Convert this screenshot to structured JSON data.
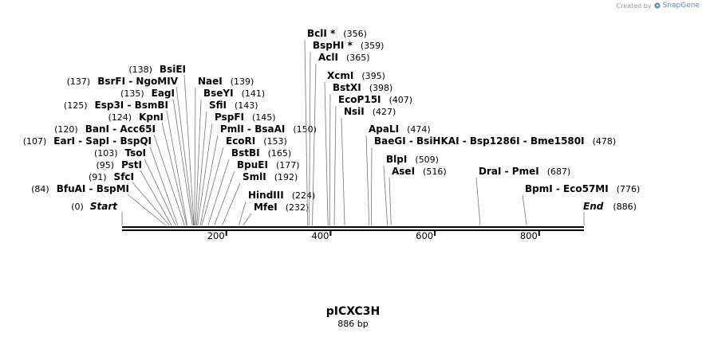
{
  "credit": {
    "prefix": "Created by",
    "brand": "SnapGene"
  },
  "plasmid": {
    "name": "pICXC3H",
    "length_label": "886 bp"
  },
  "ends": [
    {
      "name": "Start",
      "pos": 0
    },
    {
      "name": "End",
      "pos": 886
    }
  ],
  "ruler_ticks": [
    "200",
    "400",
    "600",
    "800"
  ],
  "sites": [
    {
      "label": "BfuAI  -  BspMI",
      "pos": 84,
      "starred": false
    },
    {
      "label": "SfcI",
      "pos": 91,
      "starred": false
    },
    {
      "label": "PstI",
      "pos": 95,
      "starred": false
    },
    {
      "label": "TsoI",
      "pos": 103,
      "starred": false
    },
    {
      "label": "EarI  -  SapI  -  BspQI",
      "pos": 107,
      "starred": false
    },
    {
      "label": "BanI  -  Acc65I",
      "pos": 120,
      "starred": false
    },
    {
      "label": "KpnI",
      "pos": 124,
      "starred": false
    },
    {
      "label": "Esp3I  -  BsmBI",
      "pos": 125,
      "starred": false
    },
    {
      "label": "EagI",
      "pos": 135,
      "starred": false
    },
    {
      "label": "BsrFI  -  NgoMIV",
      "pos": 137,
      "starred": false
    },
    {
      "label": "BsiEI",
      "pos": 138,
      "starred": false
    },
    {
      "label": "NaeI",
      "pos": 139,
      "starred": false
    },
    {
      "label": "BseYI",
      "pos": 141,
      "starred": false
    },
    {
      "label": "SfiI",
      "pos": 143,
      "starred": false
    },
    {
      "label": "PspFI",
      "pos": 145,
      "starred": false
    },
    {
      "label": "PmlI  -  BsaAI",
      "pos": 150,
      "starred": false
    },
    {
      "label": "EcoRI",
      "pos": 153,
      "starred": false
    },
    {
      "label": "BstBI",
      "pos": 165,
      "starred": false
    },
    {
      "label": "BpuEI",
      "pos": 177,
      "starred": false
    },
    {
      "label": "SmlI",
      "pos": 192,
      "starred": false
    },
    {
      "label": "HindIII",
      "pos": 224,
      "starred": false
    },
    {
      "label": "MfeI",
      "pos": 232,
      "starred": false
    },
    {
      "label": "BclI",
      "pos": 356,
      "starred": true
    },
    {
      "label": "BspHI",
      "pos": 359,
      "starred": true
    },
    {
      "label": "AclI",
      "pos": 365,
      "starred": false
    },
    {
      "label": "XcmI",
      "pos": 395,
      "starred": false
    },
    {
      "label": "BstXI",
      "pos": 398,
      "starred": false
    },
    {
      "label": "EcoP15I",
      "pos": 407,
      "starred": false
    },
    {
      "label": "NsiI",
      "pos": 427,
      "starred": false
    },
    {
      "label": "ApaLI",
      "pos": 474,
      "starred": false
    },
    {
      "label": "BaeGI  -  BsiHKAI  -  Bsp1286I  -  Bme1580I",
      "pos": 478,
      "starred": false
    },
    {
      "label": "BlpI",
      "pos": 509,
      "starred": false
    },
    {
      "label": "AseI",
      "pos": 516,
      "starred": false
    },
    {
      "label": "DraI  -  PmeI",
      "pos": 687,
      "starred": false
    },
    {
      "label": "BpmI  -  Eco57MI",
      "pos": 776,
      "starred": false
    }
  ]
}
